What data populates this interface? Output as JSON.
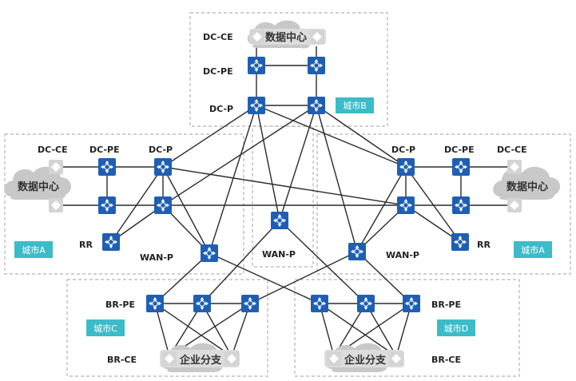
{
  "labels": {
    "b_dc_ce": "DC-CE",
    "b_dc_pe": "DC-PE",
    "b_dc_p": "DC-P",
    "l_dc_ce": "DC-CE",
    "l_dc_pe": "DC-PE",
    "l_dc_p": "DC-P",
    "r_dc_p": "DC-P",
    "r_dc_pe": "DC-PE",
    "r_dc_ce": "DC-CE",
    "l_rr": "RR",
    "r_rr": "RR",
    "wan_p_left": "WAN-P",
    "wan_p_center": "WAN-P",
    "wan_p_right": "WAN-P",
    "br_pe_left": "BR-PE",
    "br_pe_right": "BR-PE",
    "br_ce_left": "BR-CE",
    "br_ce_right": "BR-CE"
  },
  "clouds": {
    "top": "数据中心",
    "left": "数据中心",
    "right": "数据中心",
    "branch_left": "企业分支",
    "branch_right": "企业分支"
  },
  "cities": {
    "top": "城市B",
    "left": "城市A",
    "right": "城市A",
    "bottom_left": "城市C",
    "bottom_right": "城市D"
  },
  "colors": {
    "router": "#1f5fb3",
    "city_badge": "#3bbcc8",
    "cloud": "#c8c8c8",
    "link": "#2b2b2b",
    "region_border": "#b5b5b5"
  },
  "icons": {
    "router": "router-icon",
    "cloud": "cloud-icon",
    "ce_device": "ce-device-icon"
  }
}
